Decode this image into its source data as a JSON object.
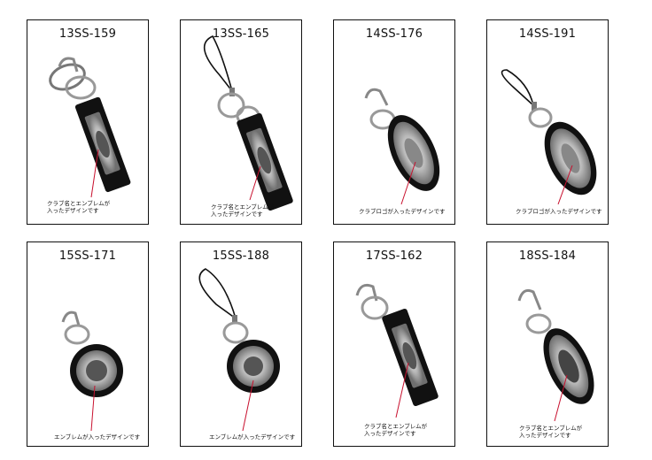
{
  "cards": [
    {
      "code": "13SS-159",
      "caption": "クラブ名とエンブレムが\n入ったデザインです"
    },
    {
      "code": "13SS-165",
      "caption": "クラブ名とエンブレムが\n入ったデザインです"
    },
    {
      "code": "14SS-176",
      "caption": "クラブロゴが入ったデザインです"
    },
    {
      "code": "14SS-191",
      "caption": "クラブロゴが入ったデザインです"
    },
    {
      "code": "15SS-171",
      "caption": "エンブレムが入ったデザインです"
    },
    {
      "code": "15SS-188",
      "caption": "エンブレムが入ったデザインです"
    },
    {
      "code": "17SS-162",
      "caption": "クラブ名とエンブレムが\n入ったデザインです"
    },
    {
      "code": "18SS-184",
      "caption": "クラブ名とエンブレムが\n入ったデザインです"
    }
  ],
  "colors": {
    "pointer_line": "#c8102e",
    "leather": "#111111"
  }
}
